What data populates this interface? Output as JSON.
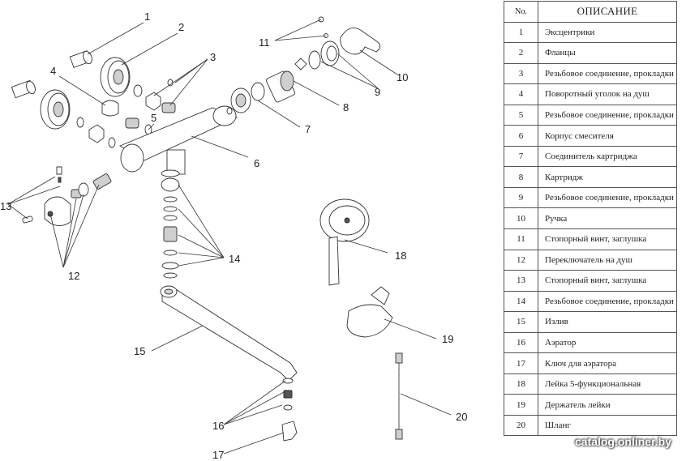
{
  "table": {
    "header_no": "No.",
    "header_desc": "ОПИСАНИЕ",
    "rows": [
      {
        "no": "1",
        "desc": "Эксцентрики"
      },
      {
        "no": "2",
        "desc": "Фланцы"
      },
      {
        "no": "3",
        "desc": "Резьбовое соединение, прокладки"
      },
      {
        "no": "4",
        "desc": "Поворотный уголок на душ"
      },
      {
        "no": "5",
        "desc": "Резьбовое соединение, прокладки"
      },
      {
        "no": "6",
        "desc": "Корпус смесителя"
      },
      {
        "no": "7",
        "desc": "Соединитель картриджа"
      },
      {
        "no": "8",
        "desc": "Картридж"
      },
      {
        "no": "9",
        "desc": "Резьбовое соединение, прокладки"
      },
      {
        "no": "10",
        "desc": "Ручка"
      },
      {
        "no": "11",
        "desc": "Стопорный винт, заглушка"
      },
      {
        "no": "12",
        "desc": "Переключатель на душ"
      },
      {
        "no": "13",
        "desc": "Стопорный винт, заглушка"
      },
      {
        "no": "14",
        "desc": "Резьбовое соединение, прокладки"
      },
      {
        "no": "15",
        "desc": "Излив"
      },
      {
        "no": "16",
        "desc": "Аэратор"
      },
      {
        "no": "17",
        "desc": "Ключ для аэратора"
      },
      {
        "no": "18",
        "desc": "Лейка 5-функциональная"
      },
      {
        "no": "19",
        "desc": "Держатель лейки"
      },
      {
        "no": "20",
        "desc": "Шланг"
      }
    ]
  },
  "diagram_labels": {
    "l1": "1",
    "l2": "2",
    "l3": "3",
    "l4": "4",
    "l5": "5",
    "l6": "6",
    "l7": "7",
    "l8": "8",
    "l9": "9",
    "l10": "10",
    "l11": "11",
    "l12": "12",
    "l13": "13",
    "l14": "14",
    "l15": "15",
    "l16": "16",
    "l17": "17",
    "l18": "18",
    "l19": "19",
    "l20": "20"
  },
  "watermark": "catalog.onliner.by"
}
